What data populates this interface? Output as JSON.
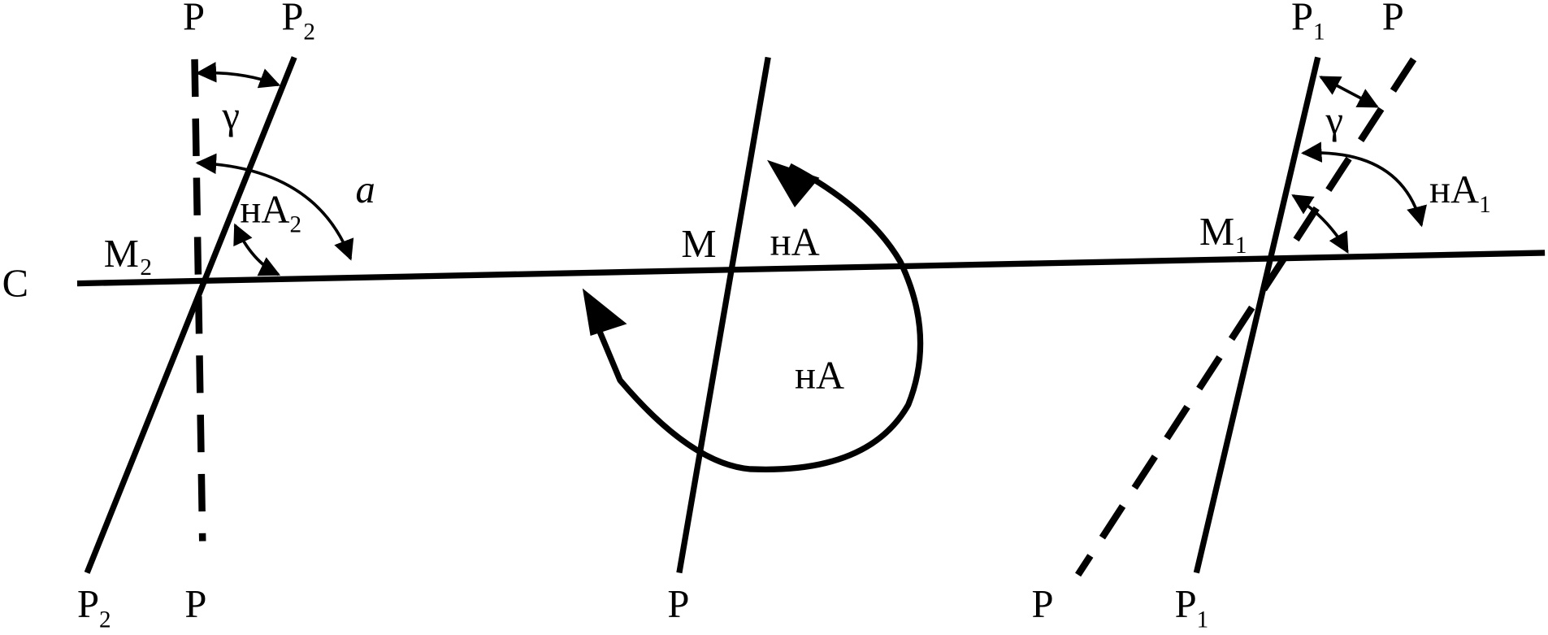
{
  "labels": {
    "c": "C",
    "left": {
      "p_top": "P",
      "p2_top": "P",
      "p2_top_sub": "2",
      "m2": "M₂",
      "gamma": "γ",
      "alpha": "a",
      "na2": "нA",
      "na2_sub": "2",
      "p2_bottom": "P",
      "p2_bottom_sub": "2",
      "p_bottom": "P"
    },
    "middle": {
      "m": "M",
      "na_top": "нA",
      "na_loop": "нA",
      "p_bottom": "P"
    },
    "right": {
      "p1_top": "P",
      "p1_top_sub": "1",
      "p_top": "P",
      "gamma": "γ",
      "m1": "M₁",
      "na1": "нA",
      "na1_sub": "1",
      "p_bottom": "P",
      "p1_bottom": "P",
      "p1_bottom_sub": "1"
    }
  }
}
